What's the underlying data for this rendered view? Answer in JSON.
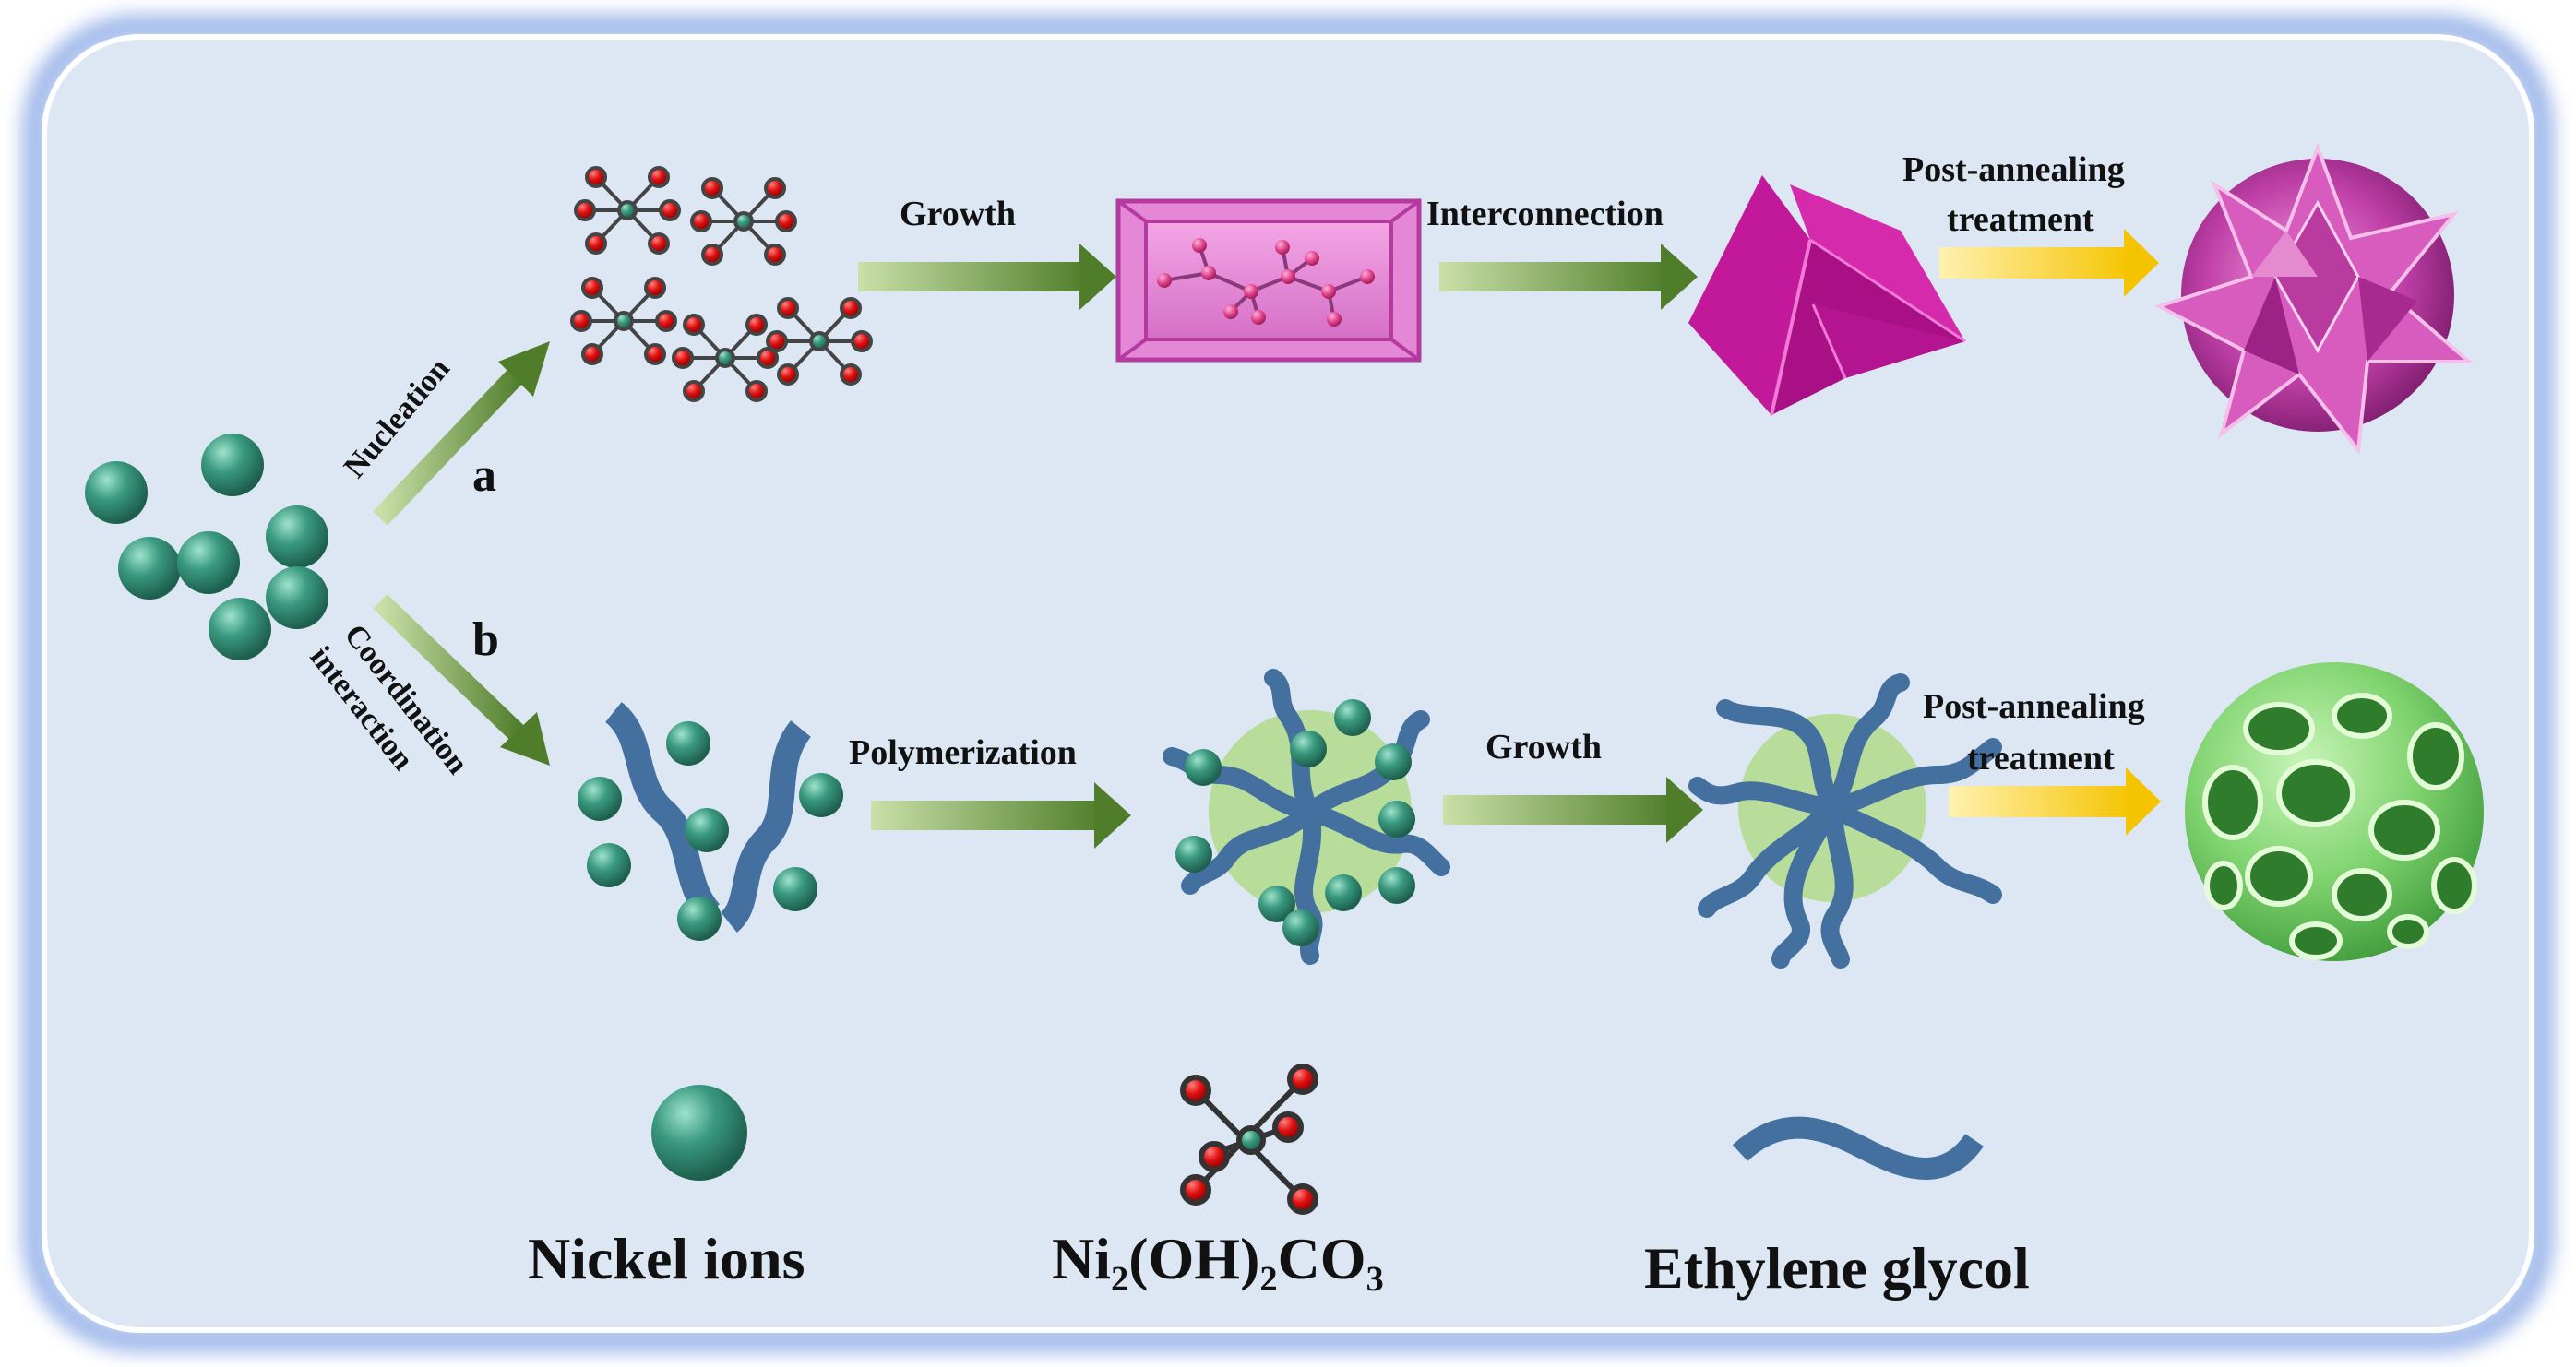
{
  "pathway_a": {
    "branch_label": "a",
    "step1_label": "Nucleation",
    "step2_label": "Growth",
    "step3_label": "Interconnection",
    "step4_label_line1": "Post-annealing",
    "step4_label_line2": "treatment"
  },
  "pathway_b": {
    "branch_label": "b",
    "step1_label_line1": "Coordination",
    "step1_label_line2": "interaction",
    "step2_label": "Polymerization",
    "step3_label": "Growth",
    "step4_label_line1": "Post-annealing",
    "step4_label_line2": "treatment"
  },
  "legend": {
    "nickel_label": "Nickel ions",
    "nickel_carbonate_label": "Ni₂(OH)₂CO₃",
    "glycol_label": "Ethylene glycol"
  },
  "colors": {
    "background": "#dde7f3",
    "frame_glow": "#9fb8ea",
    "nickel_sphere": "#3a9a80",
    "oxygen_atom": "#e01010",
    "arrow_green": "#6f9a3c",
    "arrow_yellow": "#f5c400",
    "magenta": "#c2199a",
    "glycol_blue": "#44709f",
    "green_sphere": "#7fd36f"
  }
}
